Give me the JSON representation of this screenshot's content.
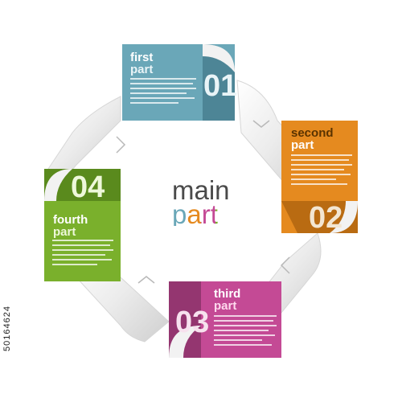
{
  "center": {
    "line1": "main",
    "line2": "part"
  },
  "panels": [
    {
      "word1": "first",
      "word2": "part",
      "number": "01",
      "color": "#6aa7b8",
      "dark": "#4d8596"
    },
    {
      "word1": "second",
      "word2": "part",
      "number": "02",
      "color": "#e58a1f",
      "dark": "#b96b12"
    },
    {
      "word1": "third",
      "word2": "part",
      "number": "03",
      "color": "#c44a95",
      "dark": "#943670"
    },
    {
      "word1": "fourth",
      "word2": "part",
      "number": "04",
      "color": "#7ab02c",
      "dark": "#5a8a1d"
    }
  ],
  "side_caption": "50164624",
  "center_colors": {
    "main": "#4a4a4a",
    "m_accent": "#c44a95",
    "p": "#6aa7b8",
    "a": "#e58a1f",
    "r": "#c44a95",
    "t": "#7ab02c"
  }
}
